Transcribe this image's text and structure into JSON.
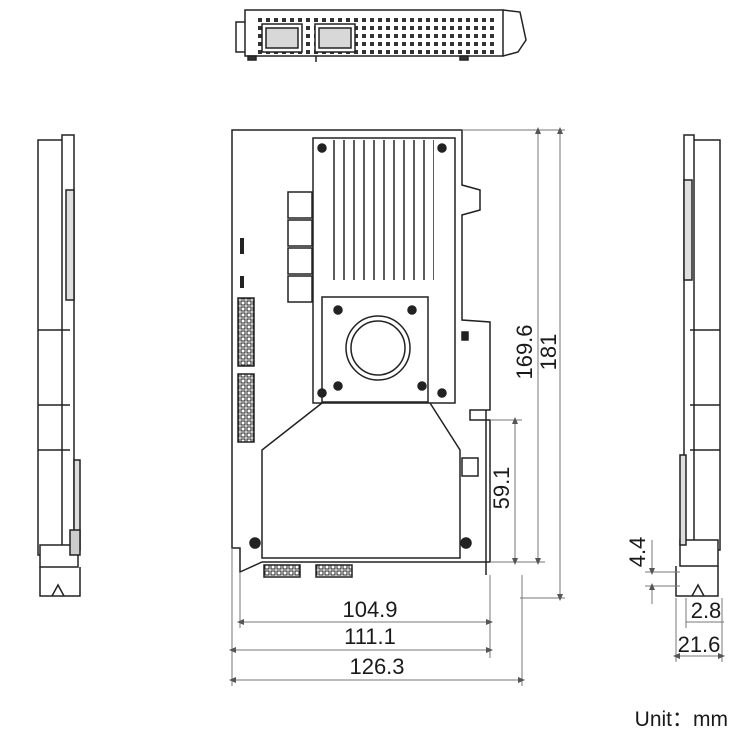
{
  "dimensions": {
    "height_pcb": "169.6",
    "height_total": "181",
    "height_lower": "59.1",
    "width_bottom": "104.9",
    "width_mid": "111.1",
    "width_total": "126.3",
    "side_top": "4.4",
    "side_small": "2.8",
    "side_thickness": "21.6"
  },
  "unit_label": "Unit：mm"
}
